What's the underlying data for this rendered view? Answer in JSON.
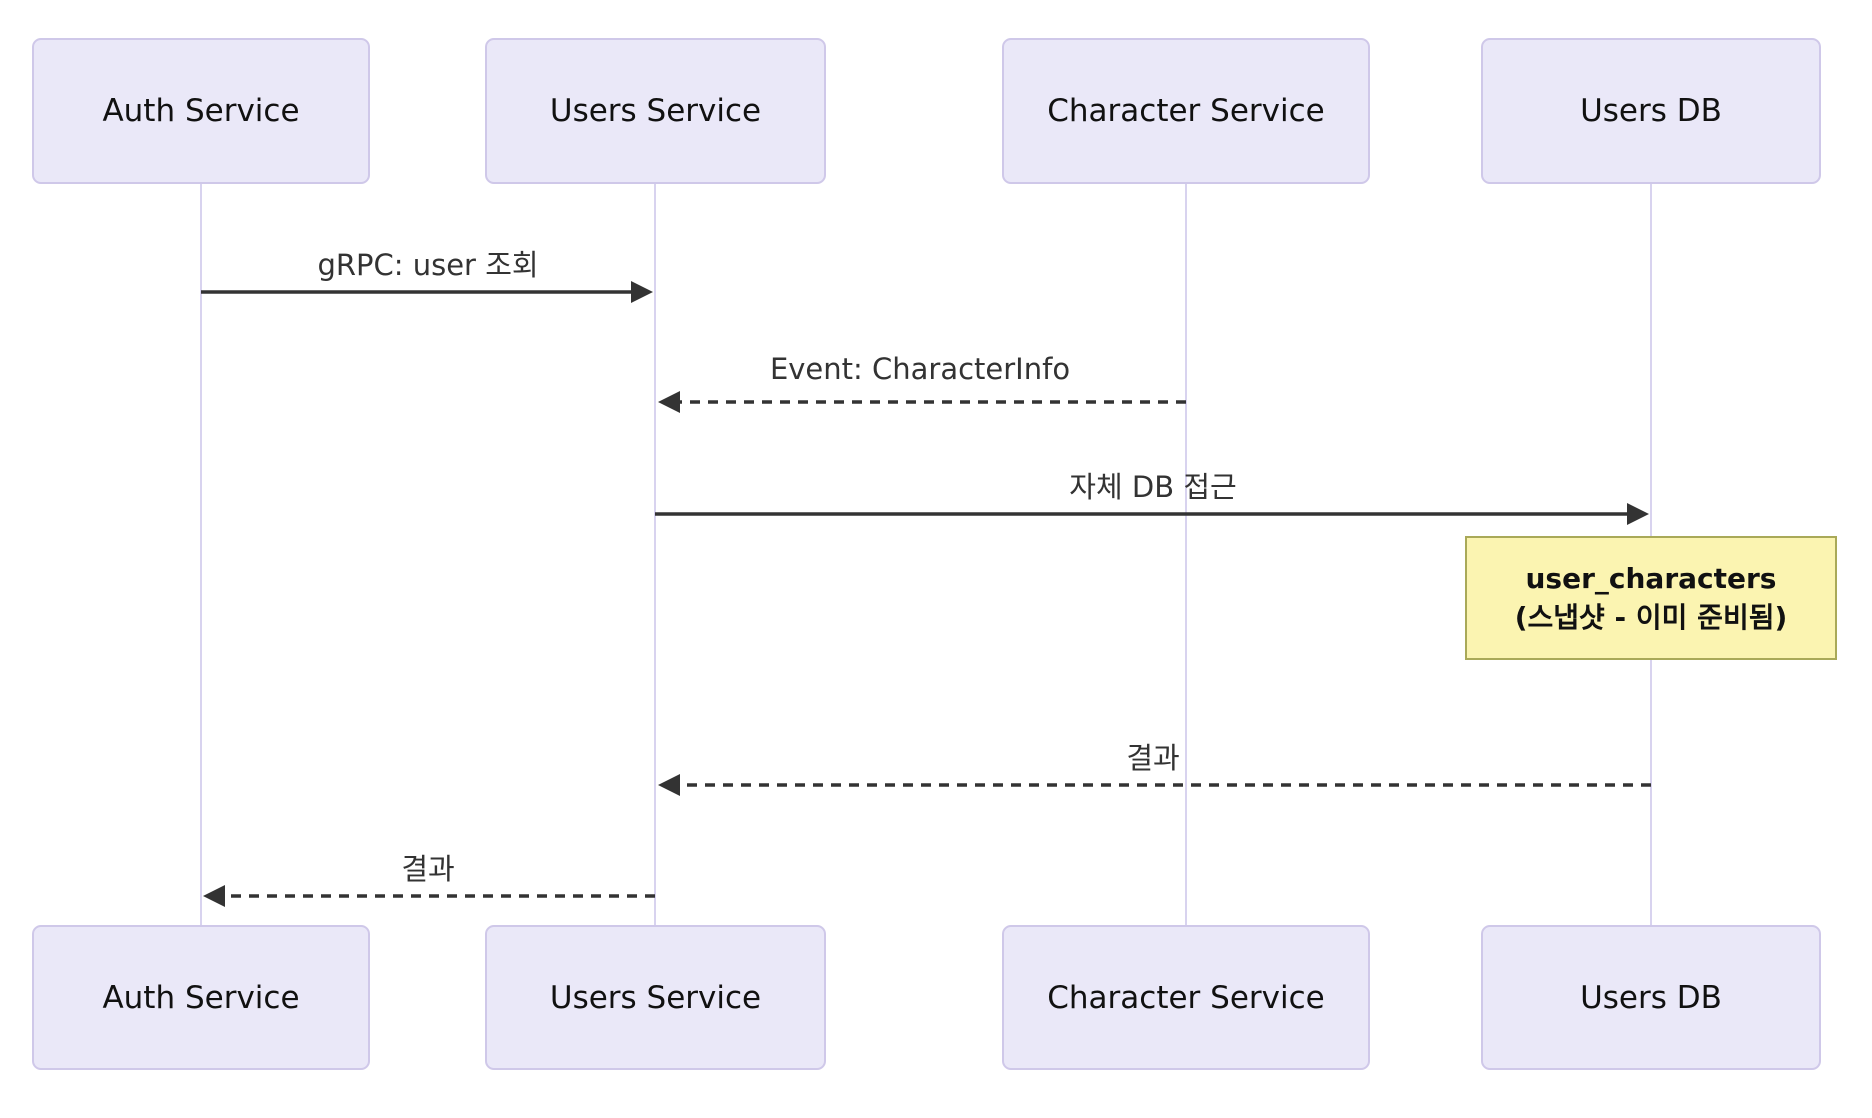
{
  "diagram": {
    "type": "sequence-diagram",
    "actors": [
      {
        "label": "Auth Service"
      },
      {
        "label": "Users Service"
      },
      {
        "label": "Character Service"
      },
      {
        "label": "Users DB"
      }
    ],
    "messages": [
      {
        "from": "Auth Service",
        "to": "Users Service",
        "label": "gRPC: user 조회",
        "line": "solid",
        "direction": "right"
      },
      {
        "from": "Character Service",
        "to": "Users Service",
        "label": "Event: CharacterInfo",
        "line": "dashed",
        "direction": "left"
      },
      {
        "from": "Users Service",
        "to": "Users DB",
        "label": "자체 DB 접근",
        "line": "solid",
        "direction": "right"
      },
      {
        "from": "Users DB",
        "to": "Users Service",
        "label": "결과",
        "line": "dashed",
        "direction": "left"
      },
      {
        "from": "Users Service",
        "to": "Auth Service",
        "label": "결과",
        "line": "dashed",
        "direction": "left"
      }
    ],
    "note": {
      "over": "Users DB",
      "line1": "user_characters",
      "line2": "(스냅샷 - 이미 준비됨)"
    },
    "colors": {
      "background": "#FFFFFF",
      "actor_fill": "#EAE8F8",
      "actor_border": "#CFC8E9",
      "lifeline": "#D8D3EF",
      "note_fill": "#FBF4B1",
      "note_border": "#A9A958",
      "arrow": "#333333",
      "text": "#333333"
    }
  }
}
